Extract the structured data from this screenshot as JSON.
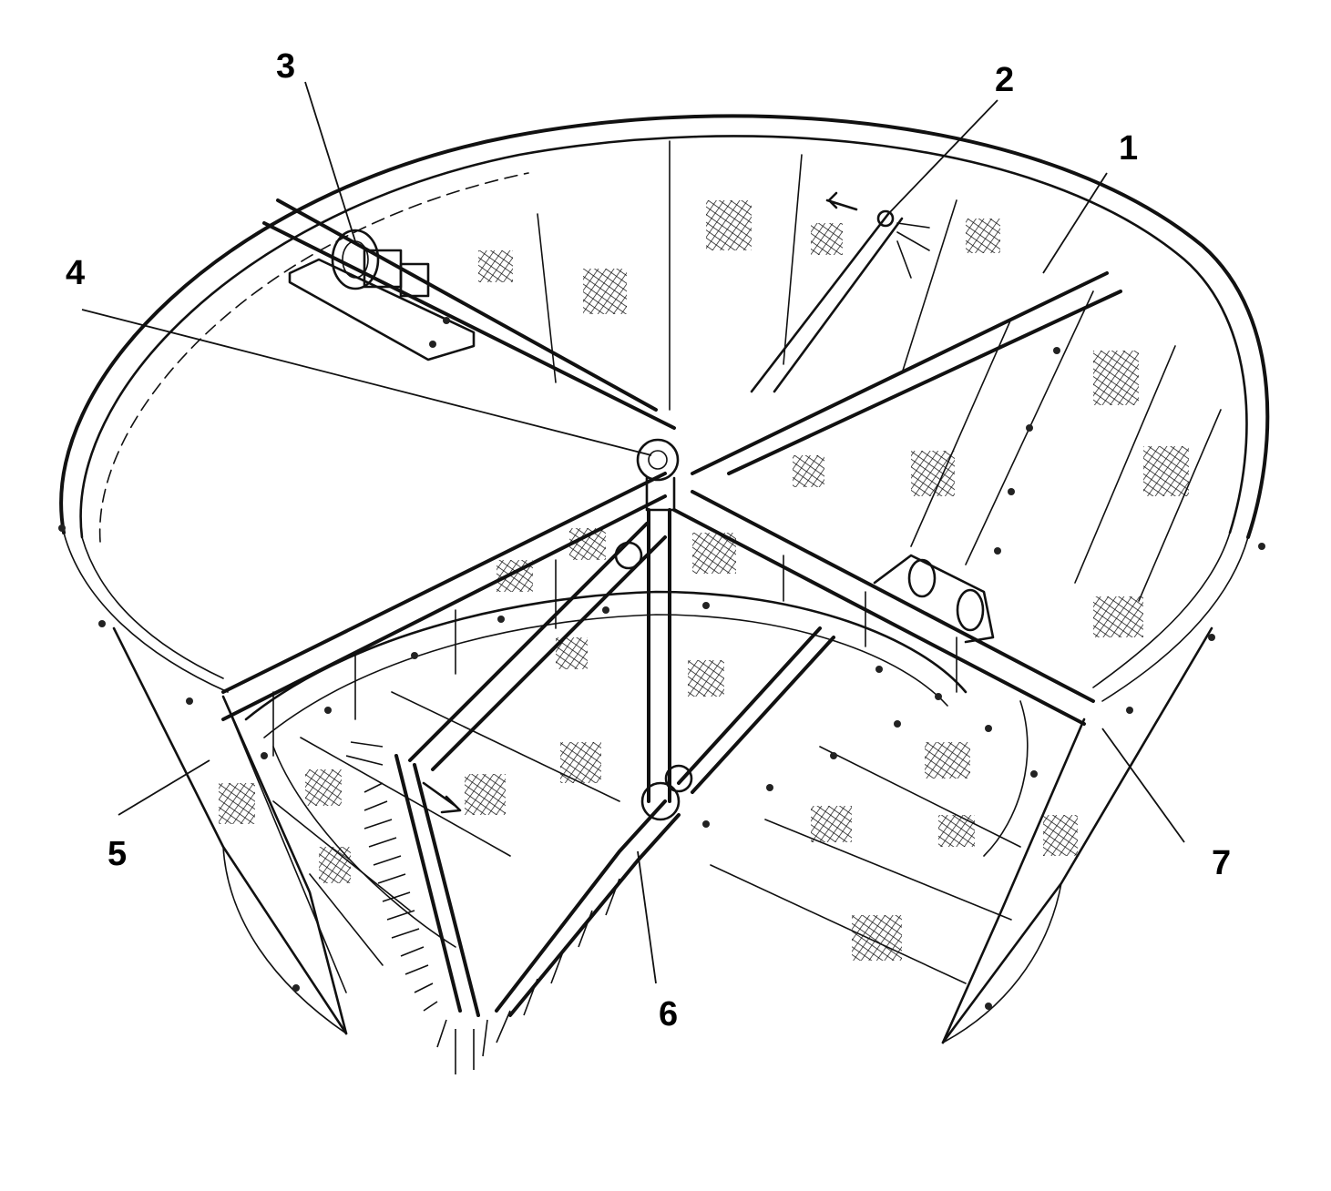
{
  "diagram": {
    "callouts": [
      {
        "id": "1",
        "text": "1"
      },
      {
        "id": "2",
        "text": "2"
      },
      {
        "id": "3",
        "text": "3"
      },
      {
        "id": "4",
        "text": "4"
      },
      {
        "id": "5",
        "text": "5"
      },
      {
        "id": "6",
        "text": "6"
      },
      {
        "id": "7",
        "text": "7"
      }
    ]
  },
  "colors": {
    "ink": "#111111",
    "background": "#ffffff"
  }
}
